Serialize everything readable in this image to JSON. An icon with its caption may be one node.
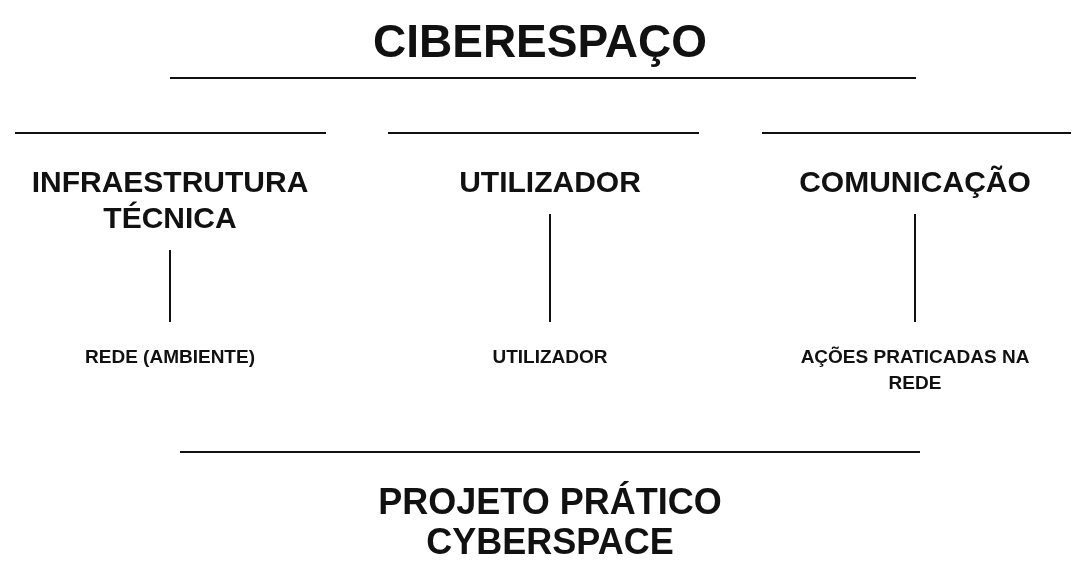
{
  "diagram": {
    "title": "CIBERESPAÇO",
    "caption": "PROJETO PRÁTICO CYBERSPACE",
    "nodes": [
      {
        "text": [
          "INFRAESTRUTURA TÉCNICA"
        ]
      },
      {
        "text": [
          "UTILIZADOR"
        ]
      },
      {
        "text": [
          "COMUNICAÇÃO"
        ]
      },
      {
        "text": [
          "REDE (AMBIENTE)"
        ]
      },
      {
        "text": [
          "UTILIZADOR"
        ]
      },
      {
        "text": [
          "AÇÕES PRATICADAS NA REDE"
        ]
      }
    ],
    "edges": [
      {
        "from": 0,
        "to": 3,
        "arrow": "none"
      },
      {
        "from": 1,
        "to": 4,
        "arrow": "none"
      },
      {
        "from": 2,
        "to": 5,
        "arrow": "none"
      }
    ]
  }
}
